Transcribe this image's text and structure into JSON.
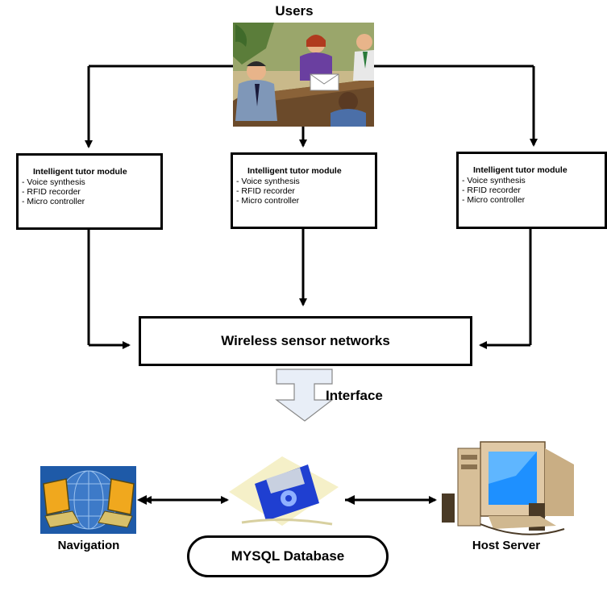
{
  "users": {
    "title": "Users"
  },
  "modules": [
    {
      "title": "Intelligent  tutor module",
      "items": [
        "- Voice synthesis",
        "- RFID recorder",
        "- Micro controller"
      ]
    },
    {
      "title": "Intelligent  tutor module",
      "items": [
        "- Voice synthesis",
        "- RFID recorder",
        "- Micro controller"
      ]
    },
    {
      "title": "Intelligent  tutor module",
      "items": [
        "- Voice synthesis",
        "-  RFID recorder",
        "-  Micro controller"
      ]
    }
  ],
  "network": {
    "label": "Wireless sensor networks"
  },
  "interface": {
    "label": "Interface"
  },
  "bottom": {
    "navigation_label": "Navigation",
    "database_label": "MYSQL Database",
    "server_label": "Host Server"
  },
  "colors": {
    "line": "#000000",
    "interface_arrow": "#e8eef7",
    "monitor_screen": "#1e90ff",
    "floppy": "#1f3fd1"
  }
}
